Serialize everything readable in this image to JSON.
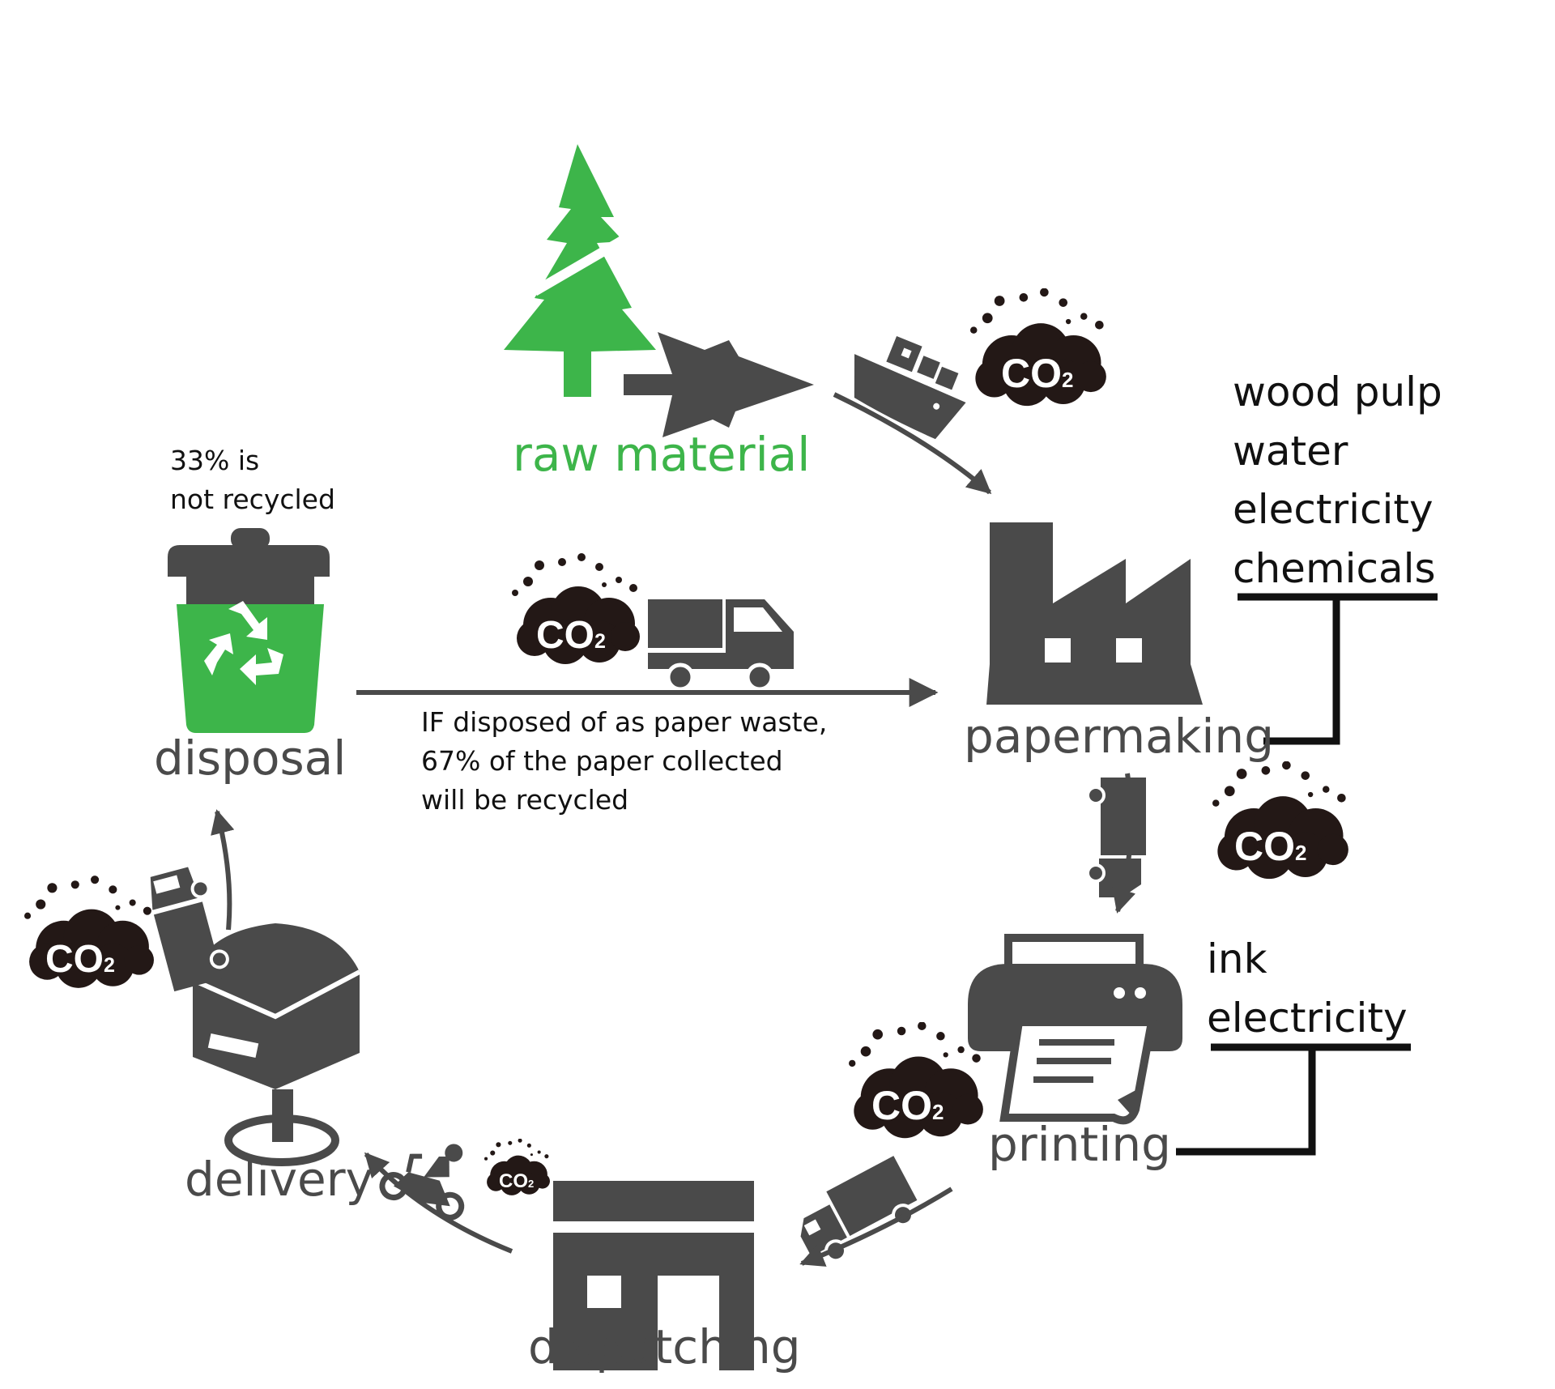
{
  "stages": {
    "raw_material": "raw material",
    "papermaking": "papermaking",
    "printing": "printing",
    "dispatching": "dispatching",
    "delivery": "delivery",
    "disposal": "disposal"
  },
  "papermaking_inputs": [
    "wood pulp",
    "water",
    "electricity",
    "chemicals"
  ],
  "printing_inputs": [
    "ink",
    "electricity"
  ],
  "recycle_note": [
    "IF disposed of as paper waste,",
    "67% of the paper collected",
    "will be recycled"
  ],
  "not_recycled_note": [
    "33% is",
    "not recycled"
  ],
  "co2_label": {
    "main": "CO",
    "sub": "2"
  },
  "colors": {
    "green": "#3db54a",
    "gray": "#4a4a4a",
    "cloud": "#231816",
    "black": "#111111"
  },
  "icons": [
    "tree-icon",
    "ship-icon",
    "factory-icon",
    "truck-icon",
    "printer-icon",
    "warehouse-icon",
    "scooter-icon",
    "mailbox-icon",
    "van-icon",
    "recycle-bin-icon",
    "co2-cloud-icon"
  ]
}
